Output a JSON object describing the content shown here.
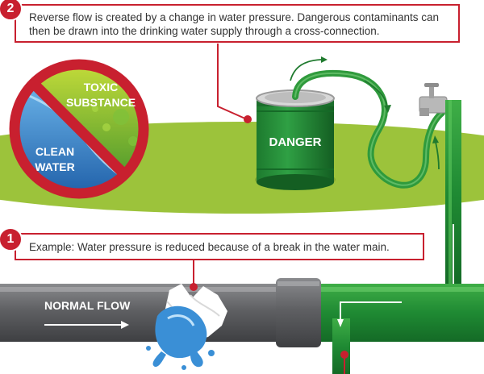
{
  "steps": [
    {
      "number": "2",
      "text": "Reverse flow is created by a change in water pressure. Dangerous contaminants can then be drawn into the drinking water supply through a cross-connection."
    },
    {
      "number": "1",
      "text": "Example: Water pressure is reduced because of a break in the water main."
    }
  ],
  "sign": {
    "toxic_line1": "TOXIC",
    "toxic_line2": "SUBSTANCE",
    "clean_line1": "CLEAN",
    "clean_line2": "WATER"
  },
  "tank_label": "DANGER",
  "pipe_label": "NORMAL FLOW",
  "colors": {
    "accent_red": "#c8202f",
    "grass": "#9cc33b",
    "hose_green": "#2f9a3c",
    "pipe_gray": "#6d6e71",
    "water_blue": "#3a8fd6"
  }
}
